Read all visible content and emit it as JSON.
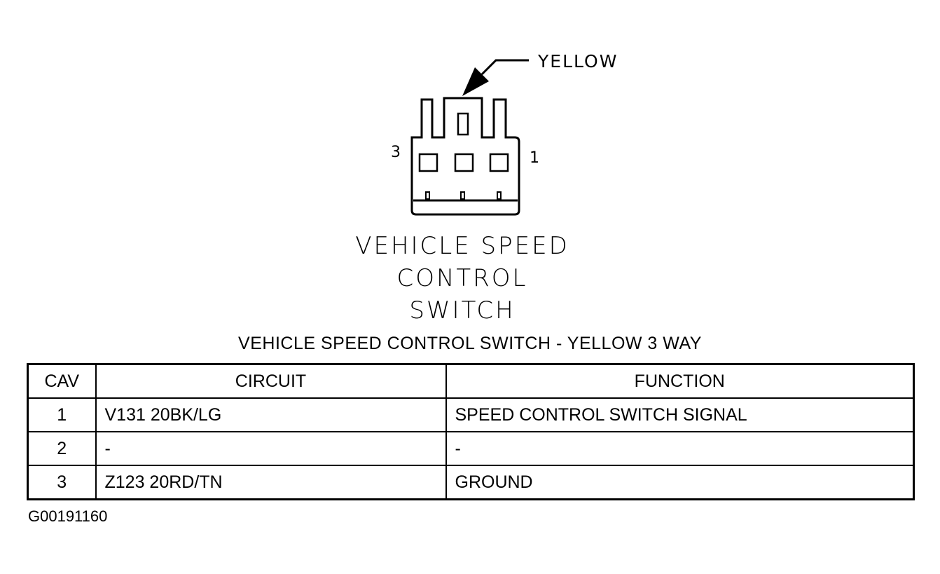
{
  "connector": {
    "color_callout": "YELLOW",
    "pin_left_label": "3",
    "pin_right_label": "1",
    "title_lines": [
      "VEHICLE SPEED",
      "CONTROL",
      "SWITCH"
    ]
  },
  "table": {
    "caption": "VEHICLE SPEED CONTROL SWITCH - YELLOW 3 WAY",
    "headers": {
      "cav": "CAV",
      "circuit": "CIRCUIT",
      "function": "FUNCTION"
    },
    "rows": [
      {
        "cav": "1",
        "circuit": "V131 20BK/LG",
        "function": "SPEED CONTROL SWITCH SIGNAL"
      },
      {
        "cav": "2",
        "circuit": "-",
        "function": "-"
      },
      {
        "cav": "3",
        "circuit": "Z123 20RD/TN",
        "function": "GROUND"
      }
    ]
  },
  "figure_id": "G00191160"
}
